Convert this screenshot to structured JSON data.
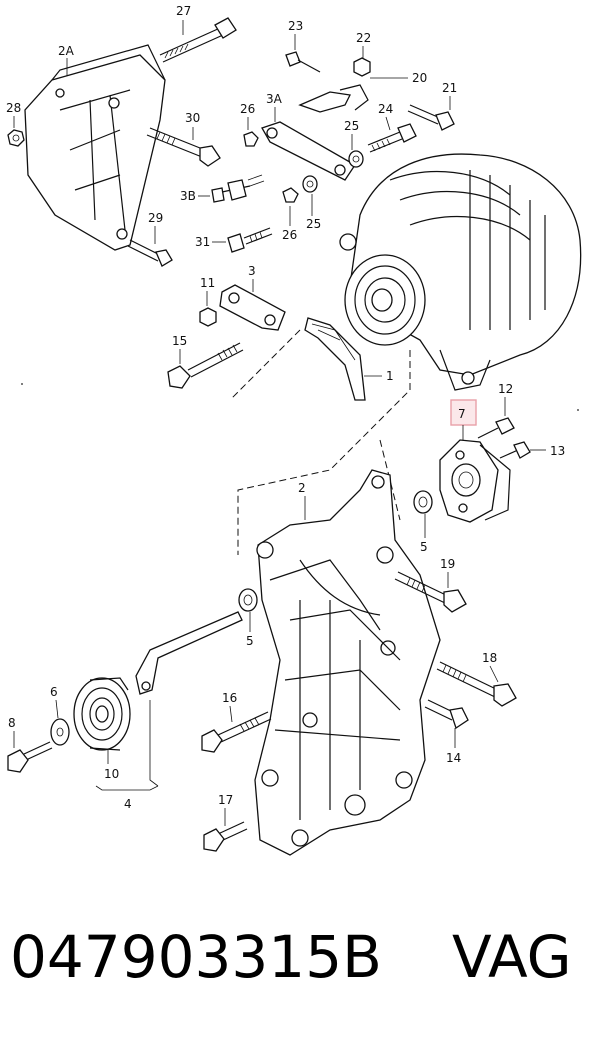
{
  "diagram": {
    "labels": {
      "l27": "27",
      "l2A": "2A",
      "l28": "28",
      "l30": "30",
      "l29": "29",
      "l23": "23",
      "l22": "22",
      "l20": "20",
      "l21": "21",
      "l3A": "3A",
      "l26a": "26",
      "l24": "24",
      "l25a": "25",
      "l3B": "3B",
      "l26b": "26",
      "l25b": "25",
      "l31": "31",
      "l11": "11",
      "l3": "3",
      "l15": "15",
      "l1": "1",
      "l12": "12",
      "l7": "7",
      "l13": "13",
      "l2": "2",
      "l5a": "5",
      "l19": "19",
      "l5b": "5",
      "l18": "18",
      "l6": "6",
      "l16": "16",
      "l8": "8",
      "l14": "14",
      "l10": "10",
      "l4": "4",
      "l17": "17"
    },
    "highlight_color": "#e8a0a8"
  },
  "footer": {
    "part_code": "047903315B",
    "brand": "VAG"
  }
}
